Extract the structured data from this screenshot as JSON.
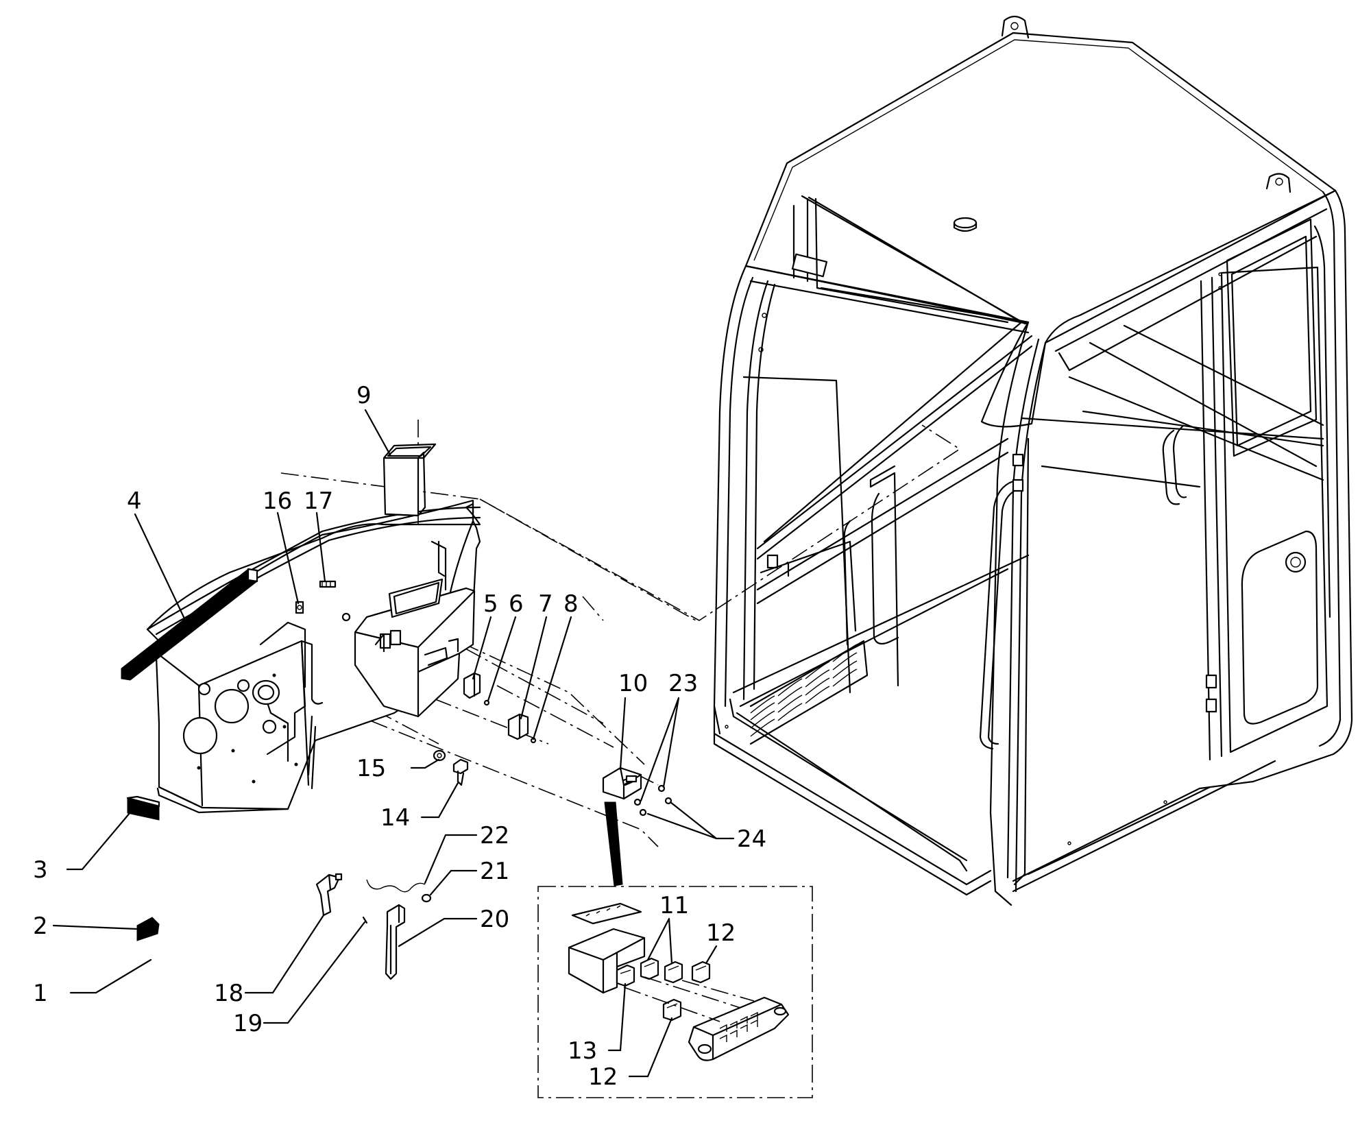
{
  "callouts": [
    {
      "id": "1",
      "label": "1"
    },
    {
      "id": "2",
      "label": "2"
    },
    {
      "id": "3",
      "label": "3"
    },
    {
      "id": "4",
      "label": "4"
    },
    {
      "id": "5",
      "label": "5"
    },
    {
      "id": "6",
      "label": "6"
    },
    {
      "id": "7",
      "label": "7"
    },
    {
      "id": "8",
      "label": "8"
    },
    {
      "id": "9",
      "label": "9"
    },
    {
      "id": "10",
      "label": "10"
    },
    {
      "id": "11",
      "label": "11"
    },
    {
      "id": "12a",
      "label": "12"
    },
    {
      "id": "12b",
      "label": "12"
    },
    {
      "id": "13",
      "label": "13"
    },
    {
      "id": "14",
      "label": "14"
    },
    {
      "id": "15",
      "label": "15"
    },
    {
      "id": "16",
      "label": "16"
    },
    {
      "id": "17",
      "label": "17"
    },
    {
      "id": "18",
      "label": "18"
    },
    {
      "id": "19",
      "label": "19"
    },
    {
      "id": "20",
      "label": "20"
    },
    {
      "id": "21",
      "label": "21"
    },
    {
      "id": "22",
      "label": "22"
    },
    {
      "id": "23",
      "label": "23"
    },
    {
      "id": "24",
      "label": "24"
    }
  ]
}
